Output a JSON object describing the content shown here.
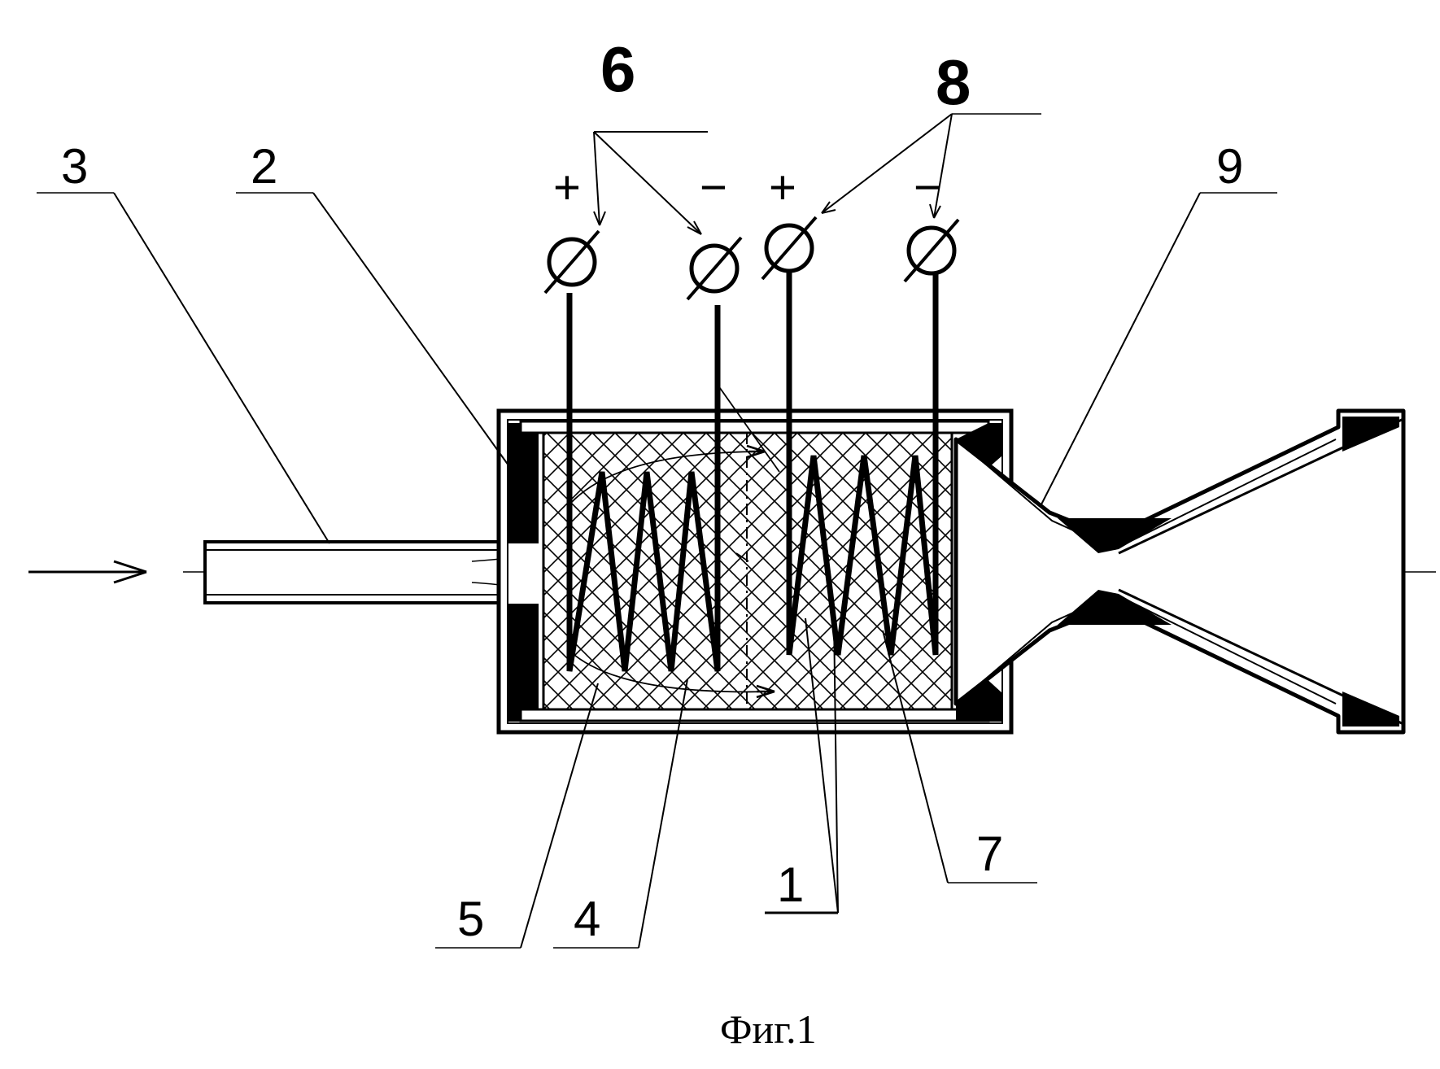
{
  "labels": {
    "l1": "1",
    "l2": "2",
    "l3": "3",
    "l4": "4",
    "l5": "5",
    "l6": "6",
    "l7": "7",
    "l8": "8",
    "l9": "9"
  },
  "terminals": {
    "t1_sign": "+",
    "t2_sign": "−",
    "t3_sign": "+",
    "t4_sign": "−"
  },
  "caption": "Фиг.1",
  "colors": {
    "line": "#000000",
    "background": "#ffffff"
  }
}
